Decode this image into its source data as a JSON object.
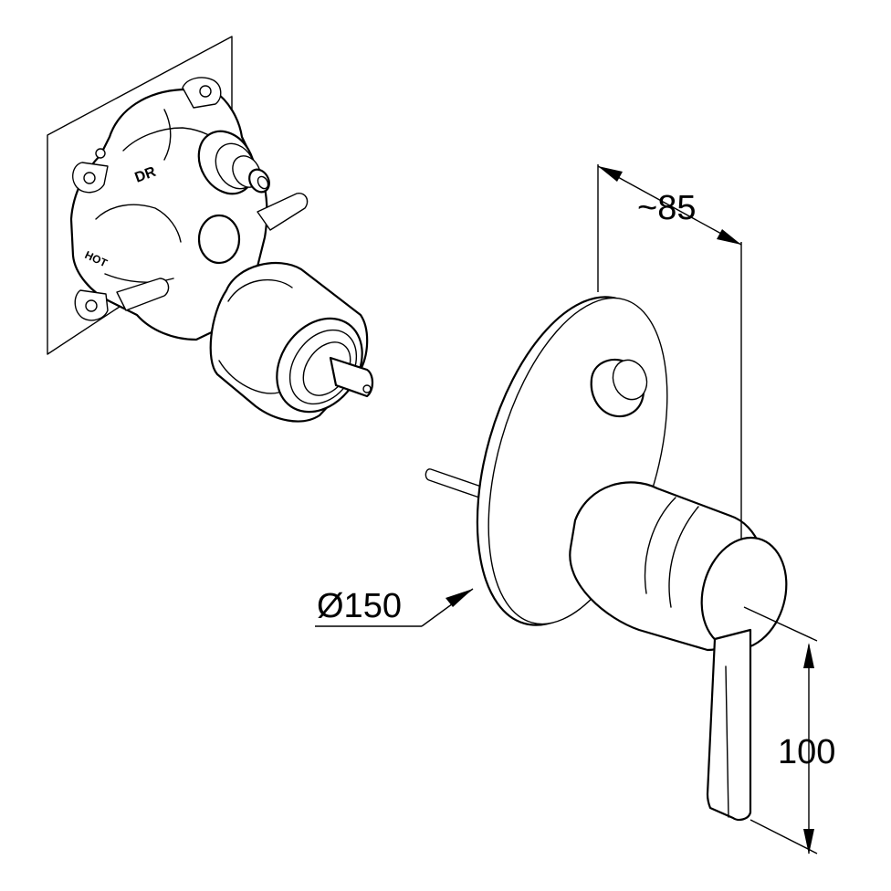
{
  "valve_body": {
    "port_labels": {
      "top": "DR",
      "side": "HOT"
    }
  },
  "dimensions": {
    "depth": "~85",
    "plate_diameter": "Ø150",
    "lever_height": "100"
  }
}
